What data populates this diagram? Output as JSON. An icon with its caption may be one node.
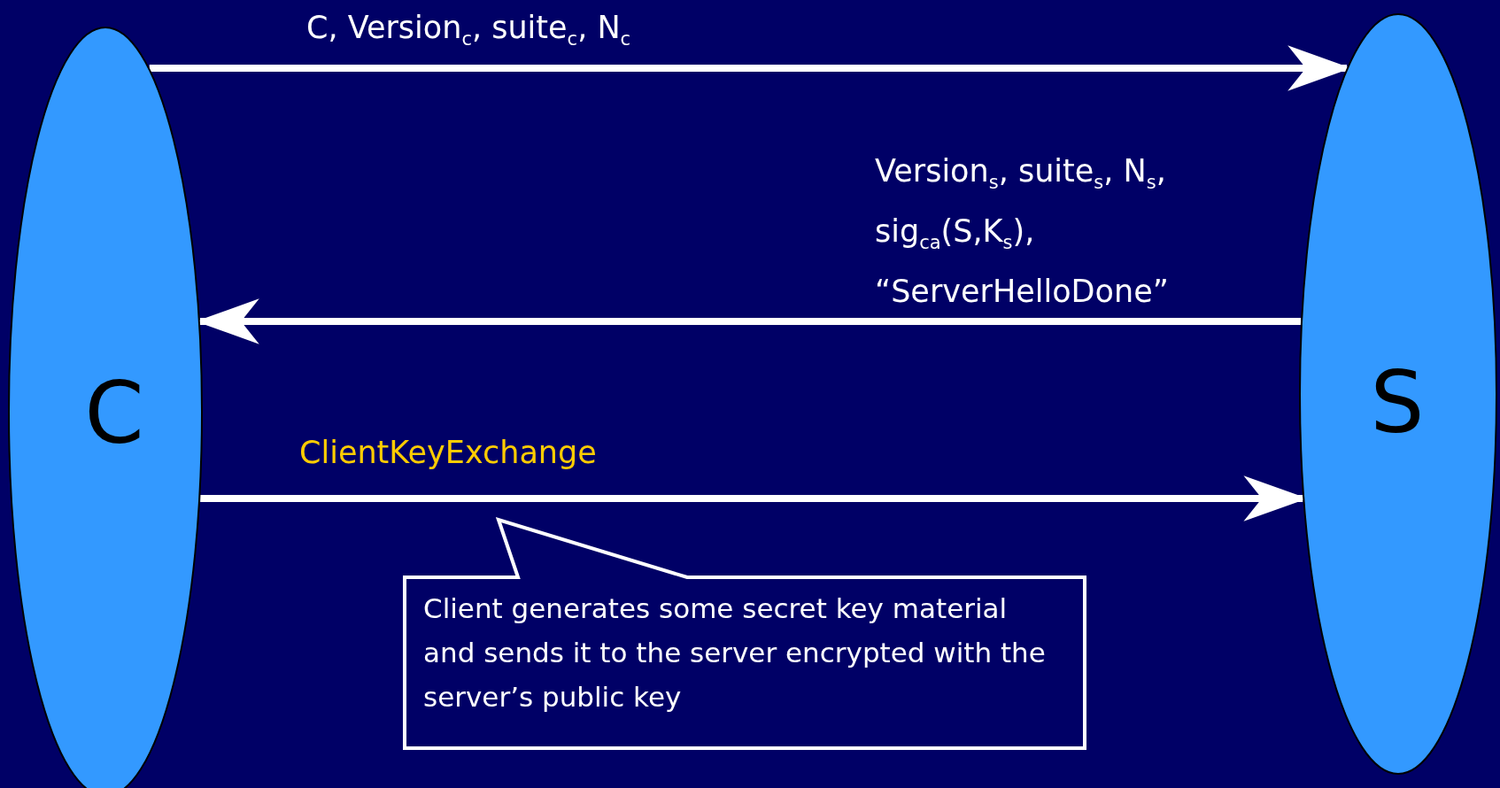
{
  "diagram": {
    "nodes": [
      {
        "text": [
          "C"
        ]
      },
      {
        "text": [
          "S"
        ]
      },
      {
        "text": [
          "Client generates some secret key material and sends it to the server encrypted with the server’s public key"
        ]
      }
    ],
    "edges": [
      {
        "from": 0,
        "to": 1,
        "arrow": "to",
        "label": "C, Version$_{c}$, suite$_{c}$, N$_{c}$"
      },
      {
        "from": 1,
        "to": 0,
        "arrow": "to",
        "label": "Version$_{s}$, suite$_{s}$, N$_{s}$, sig$_{ca}$(S,K$_{s}$), “ServerHelloDone”"
      },
      {
        "from": 0,
        "to": 1,
        "arrow": "to",
        "label": "ClientKeyExchange"
      }
    ]
  }
}
